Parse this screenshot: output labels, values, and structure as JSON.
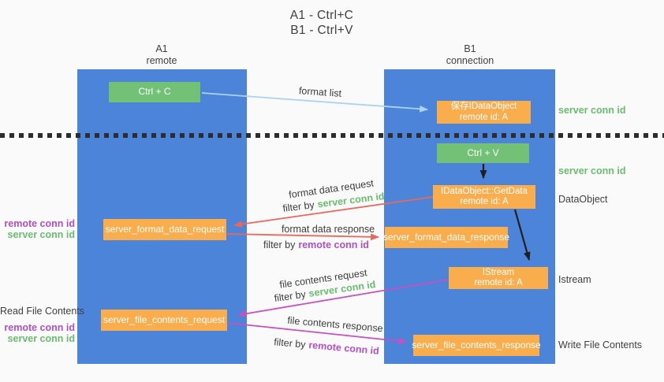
{
  "title": {
    "line1": "A1 - Ctrl+C",
    "line2": "B1 - Ctrl+V"
  },
  "columns": {
    "left": {
      "name": "A1",
      "role": "remote"
    },
    "right": {
      "name": "B1",
      "role": "connection"
    }
  },
  "boxes": {
    "ctrl_c": "Ctrl + C",
    "ctrl_v": "Ctrl + V",
    "save_idataobject": {
      "line1": "保存IDataObject",
      "line2": "remote id: A"
    },
    "getdata": {
      "line1": "IDataObject::GetData",
      "line2": "remote id: A"
    },
    "format_request": "server_format_data_request",
    "format_response": "server_format_data_response",
    "istream": {
      "line1": "IStream",
      "line2": "remote id: A"
    },
    "file_request": "server_file_contents_request",
    "file_response": "server_file_contents_response"
  },
  "arrow_labels": {
    "format_list": "format list",
    "format_data_request": "format data request",
    "format_data_response": "format data response",
    "file_contents_request": "file contents request",
    "file_contents_response": "file contents response",
    "filter_by": "filter by",
    "server_conn_id": "server conn id",
    "remote_conn_id": "remote conn id"
  },
  "side_labels": {
    "left": {
      "remote_conn_id": "remote conn id",
      "server_conn_id": "server conn id",
      "read_file_contents": "Read File Contents"
    },
    "right": {
      "server_conn_id": "server conn id",
      "dataobject": "DataObject",
      "istream": "Istream",
      "write_file_contents": "Write File Contents"
    }
  },
  "colors": {
    "background": "#fafafa",
    "column_blue": "#4b84d8",
    "box_green": "#72c177",
    "box_orange": "#f9ad4d",
    "arrow_light_blue": "#a9d4f1",
    "arrow_red": "#e8695a",
    "arrow_magenta": "#c750c3",
    "arrow_black": "#1f1f1f",
    "text_green": "#6abd6e",
    "text_purple": "#b14fc8",
    "text_dark": "#3f3f3f"
  }
}
